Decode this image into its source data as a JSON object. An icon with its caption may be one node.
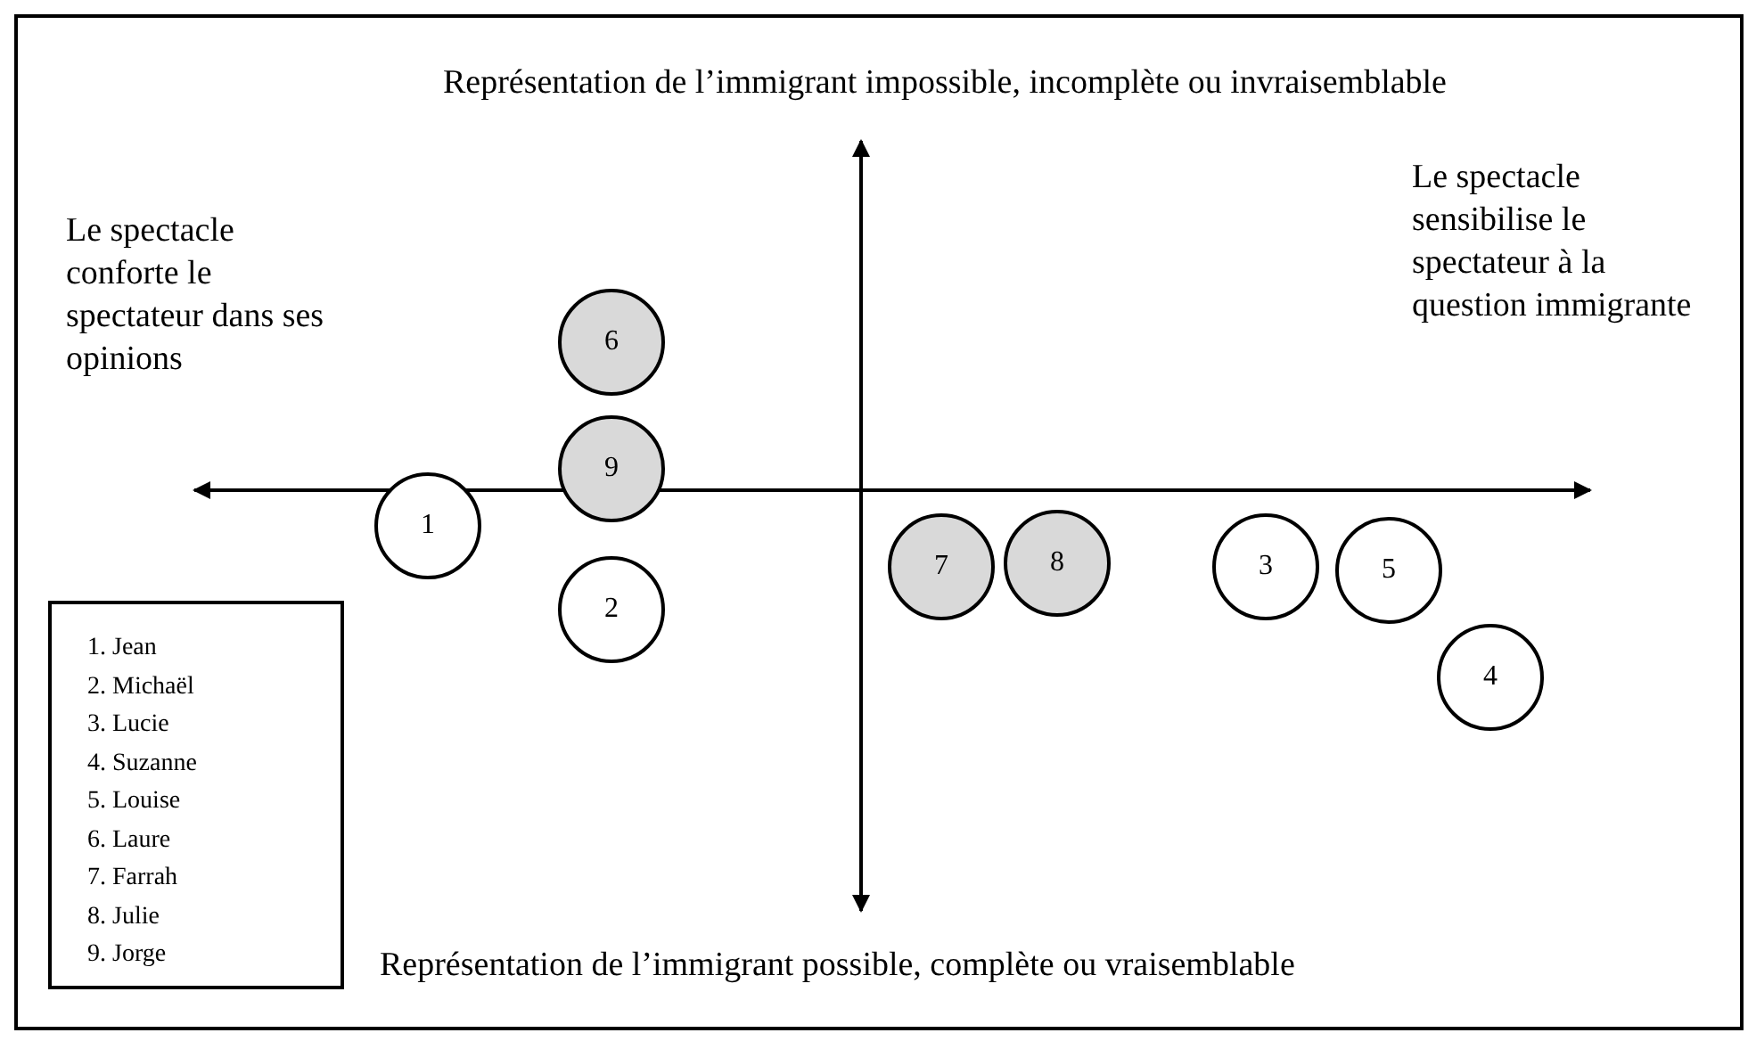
{
  "diagram": {
    "nodes": [
      {
        "text": [
          "6"
        ]
      },
      {
        "text": [
          "1"
        ]
      },
      {
        "text": [
          "9"
        ]
      },
      {
        "text": [
          "7"
        ]
      },
      {
        "text": [
          "8"
        ]
      },
      {
        "text": [
          "3"
        ]
      },
      {
        "text": [
          "5"
        ]
      },
      {
        "text": [
          "2"
        ]
      },
      {
        "text": [
          "4"
        ]
      },
      {
        "text": [
          "1. Jean",
          "2. Michaël",
          "3. Lucie",
          "4. Suzanne",
          "5. Louise",
          "6. Laure",
          "7. Farrah",
          "8. Julie",
          "9. Jorge"
        ]
      }
    ],
    "edges": [],
    "labels": [
      "Représentation de l’immigrant impossible, incomplète ou invraisemblable",
      "Le spectacle conforte le spectateur dans ses opinions",
      "Le spectacle sensibilise le spectateur à la question immigrante",
      "Représentation de l’immigrant possible, complète ou vraisemblable"
    ]
  }
}
